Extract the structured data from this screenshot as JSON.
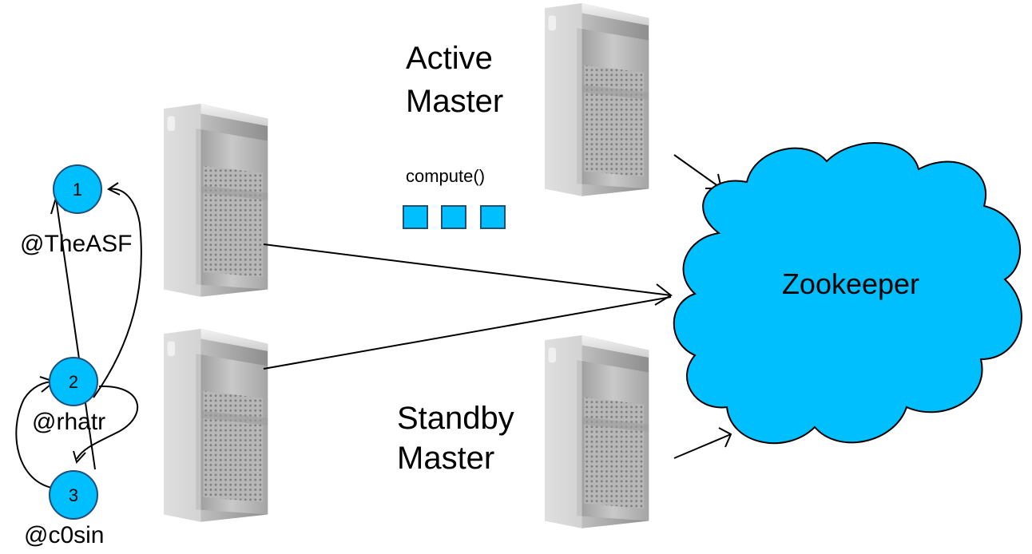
{
  "colors": {
    "accent": "#00BFFF",
    "accent_dark": "#1F4E79",
    "server_light": "#E8E8E8",
    "server_mid": "#BDBDBD",
    "server_dark": "#8E8E8E",
    "line": "#000000"
  },
  "masters": {
    "active": {
      "line1": "Active",
      "line2": "Master"
    },
    "standby": {
      "line1": "Standby",
      "line2": "Master"
    },
    "compute_label": "compute()",
    "task_count": 3
  },
  "zookeeper": {
    "label": "Zookeeper",
    "icon": "cloud-icon"
  },
  "servers": {
    "icon": "tower-server-icon",
    "count": 4
  },
  "graph": {
    "nodes": [
      {
        "id": "1",
        "label": "@TheASF"
      },
      {
        "id": "2",
        "label": "@rhatr"
      },
      {
        "id": "3",
        "label": "@c0sin"
      }
    ]
  }
}
